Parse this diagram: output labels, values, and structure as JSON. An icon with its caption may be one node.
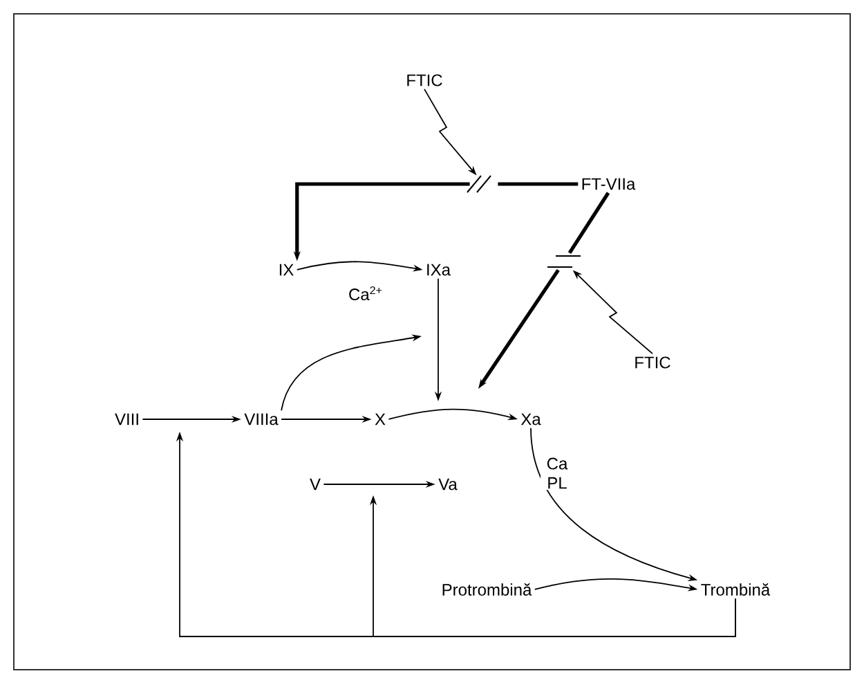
{
  "diagram": {
    "nodes": [
      {
        "text": [
          "FTIC"
        ]
      },
      {
        "text": [
          "FT-VIIa"
        ]
      },
      {
        "text": [
          "IX"
        ]
      },
      {
        "text": [
          "IXa"
        ]
      },
      {
        "text": [
          "VIII"
        ]
      },
      {
        "text": [
          "VIIIa"
        ]
      },
      {
        "text": [
          "X"
        ]
      },
      {
        "text": [
          "Xa"
        ]
      },
      {
        "text": [
          "V"
        ]
      },
      {
        "text": [
          "Va"
        ]
      },
      {
        "text": [
          "FTIC"
        ]
      },
      {
        "text": [
          "Protrombină"
        ]
      },
      {
        "text": [
          "Trombină"
        ]
      },
      {
        "text": [],
        "shape": "bar"
      },
      {
        "text": [],
        "shape": "bar"
      }
    ],
    "edges": [
      {
        "from": 4,
        "to": 5,
        "arrow": "to"
      },
      {
        "from": 5,
        "to": 6,
        "arrow": "to"
      },
      {
        "from": 6,
        "to": 7,
        "arrow": "to"
      },
      {
        "from": 2,
        "to": 3,
        "arrow": "to",
        "label": "Ca$^{2+}$"
      },
      {
        "from": 1,
        "to": 13,
        "arrow": "none",
        "style": "thick"
      },
      {
        "from": 3,
        "to": null,
        "arrow": "to"
      },
      {
        "from": 5,
        "to": null,
        "arrow": "to"
      },
      {
        "from": 1,
        "to": 14,
        "arrow": "none",
        "style": "thick"
      },
      {
        "from": 0,
        "to": 13,
        "arrow": "to"
      },
      {
        "from": 10,
        "to": 14,
        "arrow": "to"
      },
      {
        "from": 8,
        "to": 9,
        "arrow": "to"
      },
      {
        "from": 7,
        "to": 12,
        "arrow": "to",
        "label": "Ca PL"
      },
      {
        "from": 11,
        "to": 12,
        "arrow": "to"
      },
      {
        "from": 12,
        "to": null,
        "arrow": "to"
      },
      {
        "from": 12,
        "to": null,
        "arrow": "to"
      },
      {
        "from": 13,
        "to": 2,
        "arrow": "to",
        "style": "thick"
      },
      {
        "from": 14,
        "to": null,
        "arrow": "to",
        "style": "thick"
      }
    ]
  }
}
